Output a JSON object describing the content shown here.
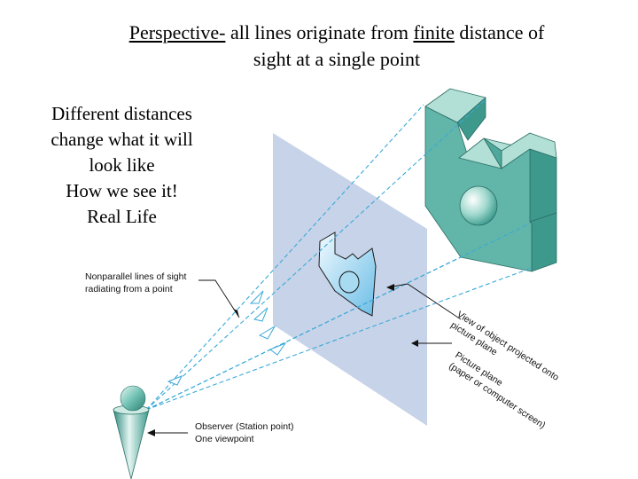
{
  "heading": {
    "term": "Perspective-",
    "part1": " all lines originate from ",
    "emph": "finite",
    "part2": " distance of",
    "line2": "sight at a single point"
  },
  "side_text": [
    "Different distances",
    "change what it will",
    "look like",
    "How we see it!",
    "Real Life"
  ],
  "labels": {
    "nonparallel": [
      "Nonparallel lines of sight",
      "radiating from a point"
    ],
    "view_projected": [
      "View of object projected onto",
      "picture plane"
    ],
    "picture_plane": [
      "Picture plane",
      "(paper or computer screen)"
    ],
    "observer": [
      "Observer (Station point)",
      "One viewpoint"
    ]
  },
  "colors": {
    "picture_plane": "#c7d3e8",
    "object_front": "#62b5a9",
    "object_top": "#b3e0d6",
    "object_side": "#3d998c",
    "sight_lines": "#3aa9d8",
    "projection": "#8fd0f0"
  }
}
